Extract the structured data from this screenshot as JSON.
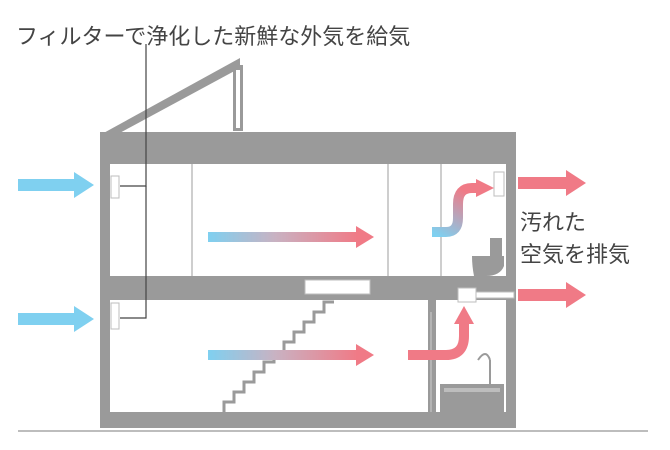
{
  "labels": {
    "supply": "フィルターで浄化した新鮮な外気を給気",
    "exhaust_line1": "汚れた",
    "exhaust_line2": "空気を排気"
  },
  "colors": {
    "wall": "#9a9a9a",
    "wall_light": "#bdbdbd",
    "fresh_air": "#7fd0f0",
    "dirty_air": "#f07a86",
    "text": "#444444"
  }
}
